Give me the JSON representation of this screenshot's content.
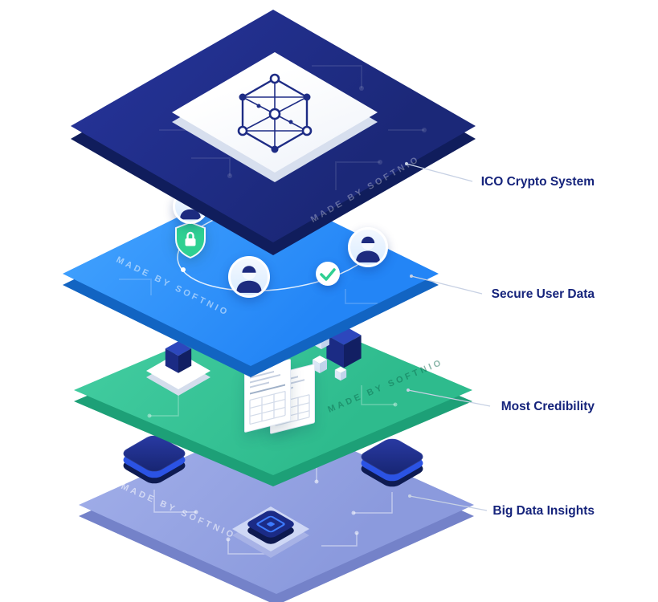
{
  "illustration": {
    "type": "isometric-layer-stack",
    "watermark": "MADE BY SOFTNIO",
    "layers": [
      {
        "name": "ico-crypto-system",
        "label": "ICO Crypto System",
        "color": "#1e2c85"
      },
      {
        "name": "secure-user-data",
        "label": "Secure User Data",
        "color": "#2e97ff"
      },
      {
        "name": "most-credibility",
        "label": "Most Credibility",
        "color": "#38c598"
      },
      {
        "name": "big-data-insights",
        "label": "Big Data Insights",
        "color": "#96a4e1"
      }
    ]
  },
  "icons": {
    "network": "node-graph-hexagon",
    "avatar": "person-circle",
    "shield": "shield-lock",
    "check": "checkmark-circle",
    "cube": "isometric-cube",
    "document": "invoice-sheet",
    "app_stack": "stacked-app-layers",
    "cpu": "cpu-chip"
  },
  "colors": {
    "label_text": "#15237b",
    "leader_line": "#c7d1e4",
    "shield_green": "#2fd092",
    "cube_navy": "#1b2b84",
    "accent_blue": "#3d7bff"
  }
}
